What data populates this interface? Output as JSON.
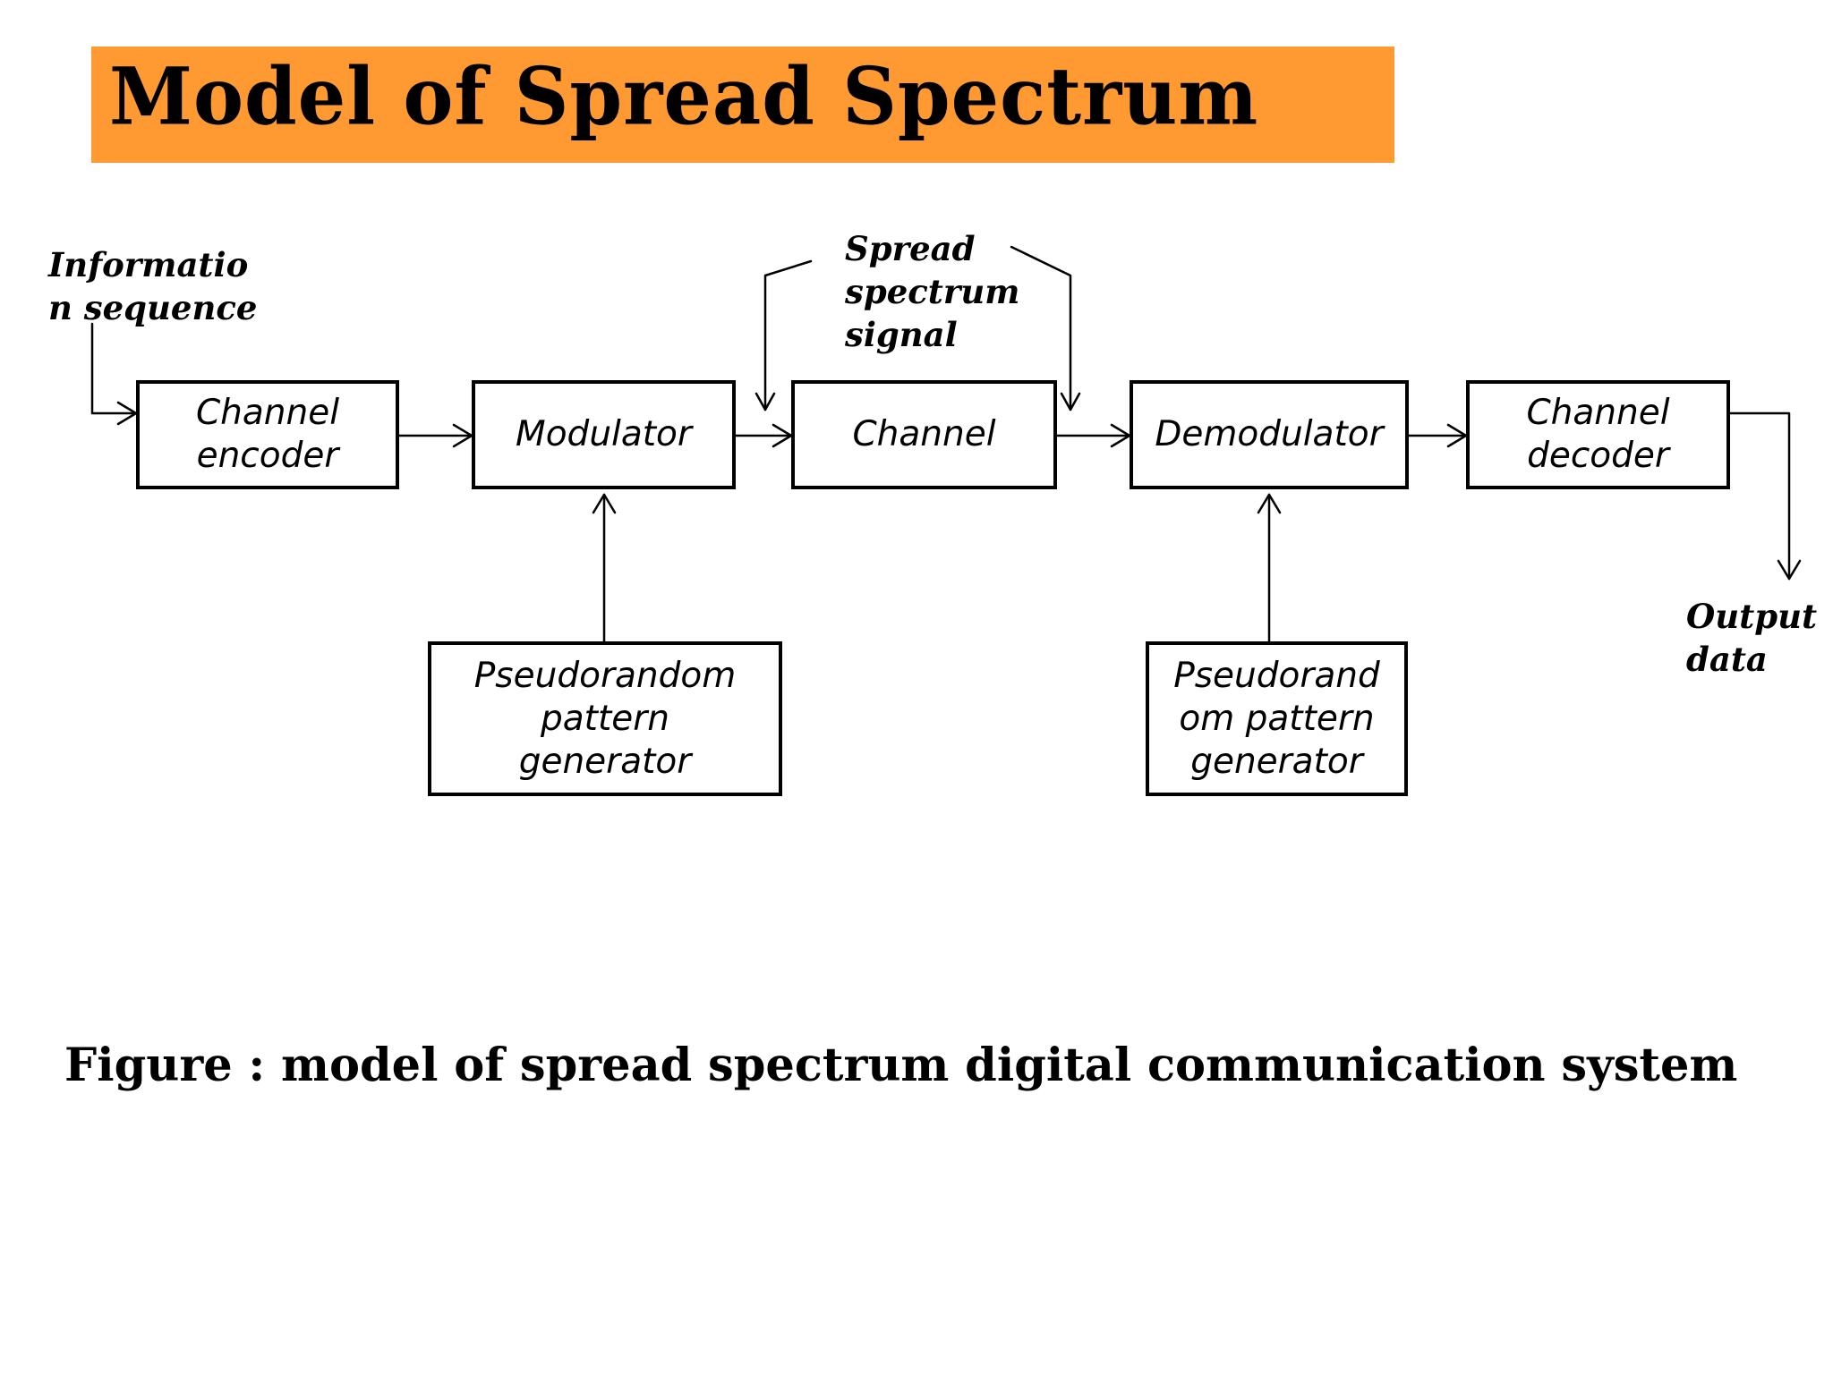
{
  "title": "Model of Spread Spectrum",
  "colors": {
    "banner": "#ff9a33",
    "stroke": "#000000",
    "background": "#ffffff"
  },
  "annotations": {
    "input": "Informatio\nn sequence",
    "spread": "Spread\nspectrum\nsignal",
    "output": "Output\ndata"
  },
  "blocks": {
    "channel_encoder": "Channel\nencoder",
    "modulator": "Modulator",
    "channel": "Channel",
    "demodulator": "Demodulator",
    "channel_decoder": "Channel\ndecoder",
    "pn_generator_tx": "Pseudorandom\npattern\ngenerator",
    "pn_generator_rx": "Pseudorand\nom pattern\ngenerator"
  },
  "caption": "Figure : model of spread spectrum digital communication system"
}
